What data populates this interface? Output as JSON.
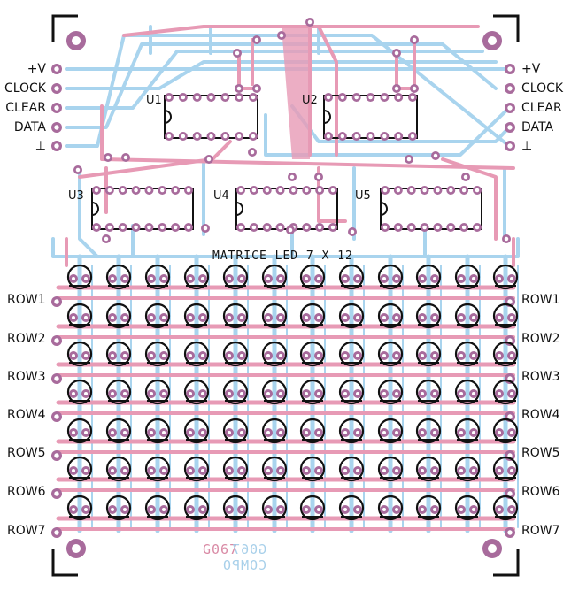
{
  "board": {
    "title": "MATRICE LED 7 X 12",
    "code_front": "G067",
    "code_overlay": "G067 COMPO",
    "code_mirror": "G067 COMPO",
    "colors": {
      "top_trace": "#a9d4ee",
      "bottom_trace": "#e79ab5",
      "pad": "#a86b9c",
      "pad_hole": "#ffffff",
      "silk": "#111111"
    }
  },
  "connector_left": [
    "+V",
    "CLOCK",
    "CLEAR",
    "DATA",
    "⊥"
  ],
  "connector_right": [
    "+V",
    "CLOCK",
    "CLEAR",
    "DATA",
    "⊥"
  ],
  "rows_left": [
    "ROW1",
    "ROW2",
    "ROW3",
    "ROW4",
    "ROW5",
    "ROW6",
    "ROW7"
  ],
  "rows_right": [
    "ROW1",
    "ROW2",
    "ROW3",
    "ROW4",
    "ROW5",
    "ROW6",
    "ROW7"
  ],
  "ics": [
    "U1",
    "U2",
    "U3",
    "U4",
    "U5"
  ],
  "matrix": {
    "rows": 7,
    "cols": 12
  }
}
